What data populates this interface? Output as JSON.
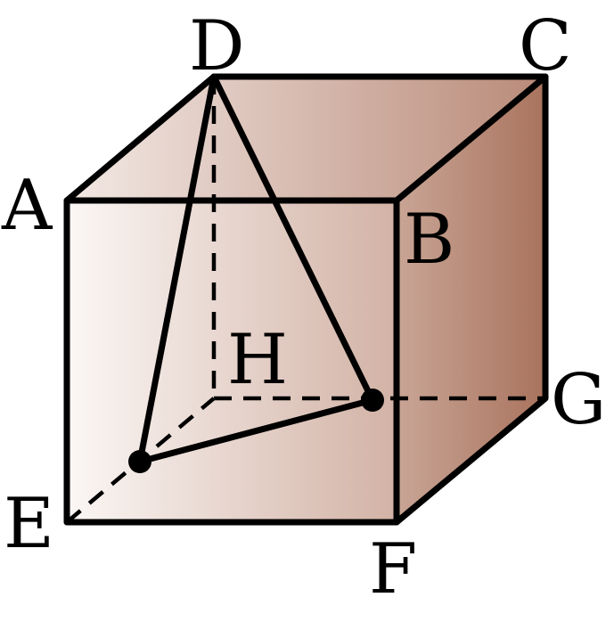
{
  "figure": {
    "type": "cube-diagram",
    "labels": {
      "A": "A",
      "B": "B",
      "C": "C",
      "D": "D",
      "E": "E",
      "F": "F",
      "G": "G",
      "H": "H"
    },
    "colors": {
      "face_light": "#fbf7f5",
      "face_mid": "#d4b4a7",
      "face_dark": "#a9735d",
      "stroke": "#000000"
    }
  }
}
